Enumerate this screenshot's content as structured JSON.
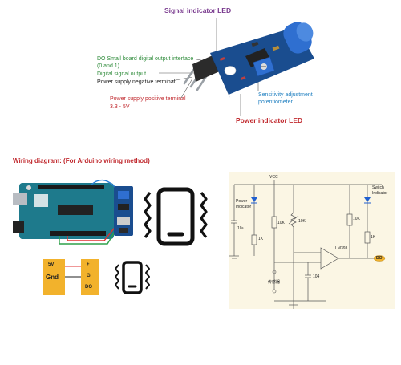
{
  "top_labels": {
    "signal_led": "Signal indicator LED",
    "do_output": "DO Small board digital output interface",
    "do_output_sub": "(0 and 1)",
    "digital_signal": "Digital signal output",
    "gnd_terminal": "Power supply negative terminal",
    "vcc_terminal": "Power supply positive terminal",
    "vcc_range": "3.3 - 5V",
    "sensitivity": "Sensitivity adjustment",
    "sensitivity_sub": "potentiometer",
    "power_led": "Power indicator LED"
  },
  "wiring": {
    "title": "Wiring diagram: (For Arduino wiring method)"
  },
  "module_pins": {
    "left_5v": "5V",
    "left_gnd": "Gnd",
    "right_plus": "+",
    "right_g": "G",
    "right_do": "DO"
  },
  "schematic": {
    "vcc": "VCC",
    "power_led": "Power",
    "power_led_2": "Indicator",
    "switch_led": "Switch",
    "switch_led_2": "Indicator",
    "cap": "10⁴",
    "r1": "1K",
    "r2": "10K",
    "r3": "10K",
    "r4": "10K",
    "r5": "1K",
    "ic": "LM393",
    "do": "DO",
    "sensor": "传感器",
    "cap2": "104"
  },
  "colors": {
    "pcb_blue": "#1a4d8f",
    "pot_blue": "#2f6fd0",
    "arduino_teal": "#1e7a8c",
    "module_yellow": "#f2b22c",
    "title_red": "#c0282d"
  }
}
